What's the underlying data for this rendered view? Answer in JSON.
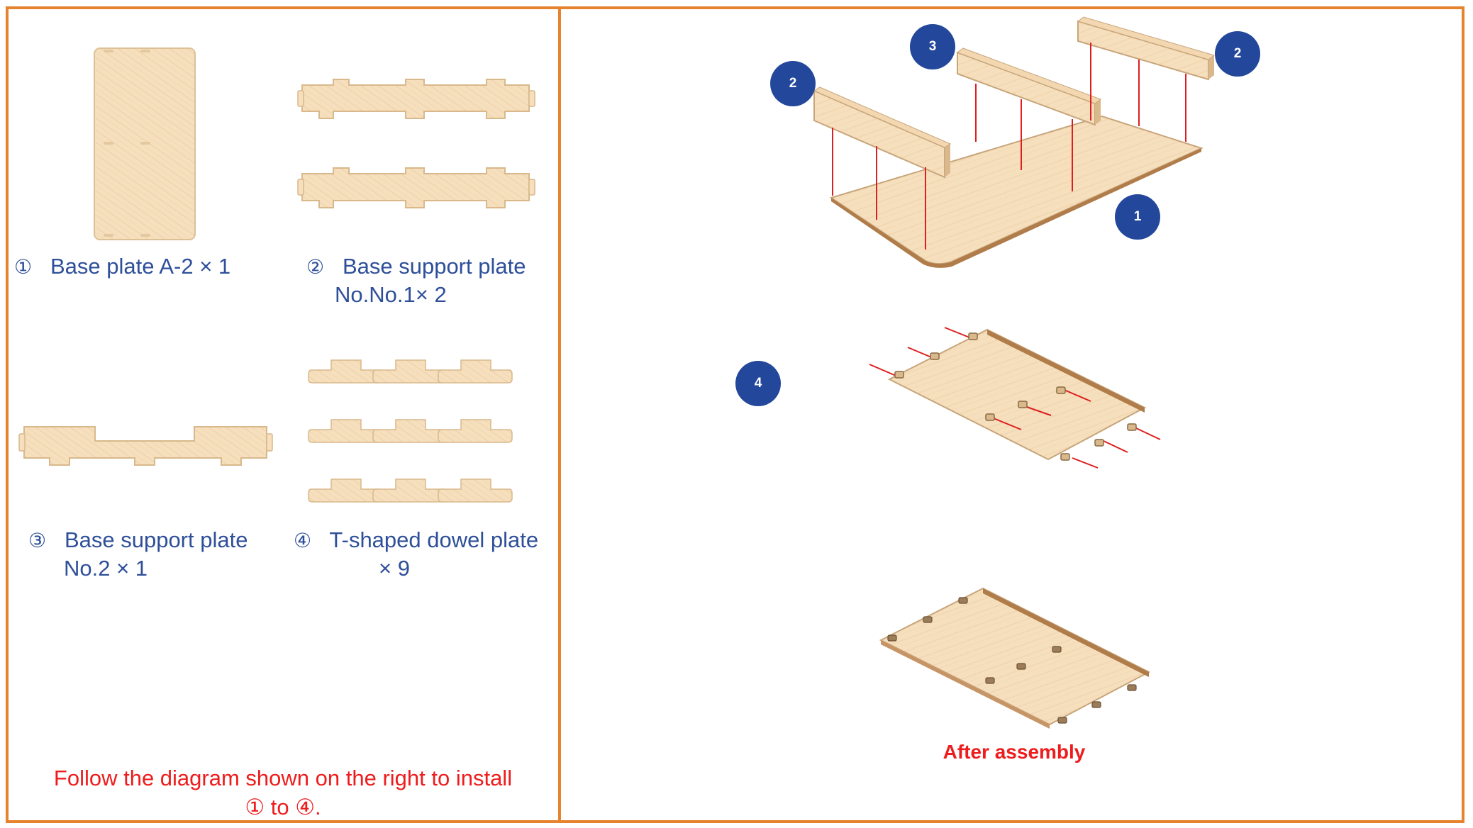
{
  "parts": [
    {
      "number": "①",
      "name": "Base plate A-2 × 1",
      "name_line2": ""
    },
    {
      "number": "②",
      "name": "Base support plate",
      "name_line2": "No.No.1× 2"
    },
    {
      "number": "③",
      "name": "Base support plate",
      "name_line2": "No.2 × 1"
    },
    {
      "number": "④",
      "name": "T-shaped dowel plate",
      "name_line2": "× 9"
    }
  ],
  "instruction": {
    "line1": "Follow the diagram shown on the right to install",
    "line2": "① to ④."
  },
  "badges": {
    "step1_board2_left": "2",
    "step1_board3": "3",
    "step1_board2_right": "2",
    "step1_base": "1",
    "step2_dowels": "4"
  },
  "after_assembly_caption": "After assembly",
  "colors": {
    "frame": "#e6832f",
    "wood": "#f6dfbd",
    "wood_edge": "#d9b98c",
    "label_text": "#2e4f99",
    "instruction_text": "#ee1c1c",
    "badge": "#23479b",
    "arrow": "#dd1f1f"
  }
}
